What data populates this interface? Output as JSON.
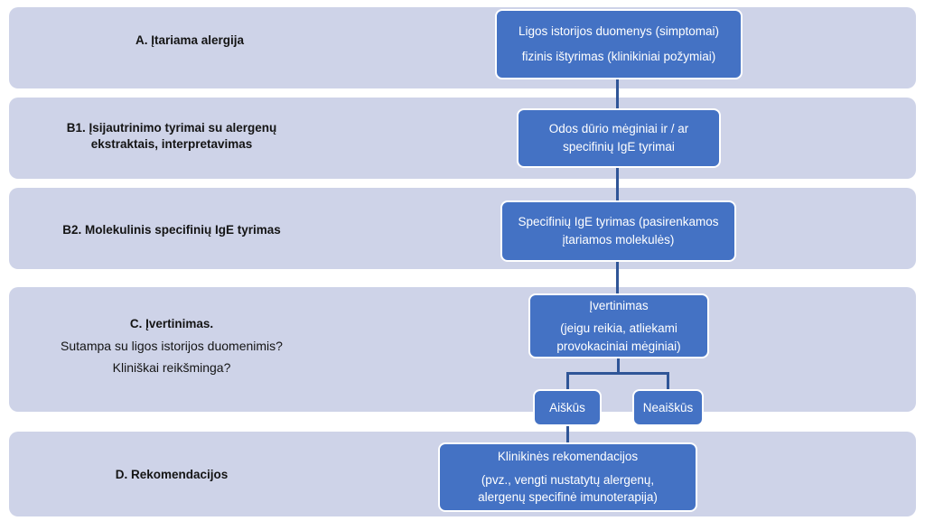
{
  "figure": {
    "kind": "clinical-diagnostic-flowchart",
    "language": "lt",
    "colors": {
      "band": "#CED3E8",
      "node_fill": "#4472C4",
      "node_border": "#FFFFFF",
      "connector": "#2F5597",
      "label_text": "#141414",
      "node_text": "#FFFFFF",
      "background": "#FFFFFF"
    }
  },
  "stages": [
    {
      "id": "A",
      "title": "A. Įtariama alergija",
      "subtitles": []
    },
    {
      "id": "B1",
      "title": "B1. Įsijautrinimo tyrimai su alergenų",
      "title_line2": "ekstraktais, interpretavimas",
      "subtitles": []
    },
    {
      "id": "B2",
      "title": "B2. Molekulinis specifinių IgE tyrimas",
      "subtitles": []
    },
    {
      "id": "C",
      "title": "C. Įvertinimas.",
      "subtitles": [
        "Sutampa su ligos istorijos duomenimis?",
        "Kliniškai reikšminga?"
      ]
    },
    {
      "id": "D",
      "title": "D. Rekomendacijos",
      "subtitles": []
    }
  ],
  "nodes": {
    "history": {
      "lines": [
        "Ligos istorijos duomenys (simptomai)",
        "fizinis ištyrimas (klinikiniai požymiai)"
      ]
    },
    "skin_prick": {
      "lines": [
        "Odos dūrio mėginiai ir / ar",
        "specifinių IgE tyrimai"
      ]
    },
    "molecular_ige": {
      "lines": [
        "Specifinių IgE tyrimas (pasirenkamos",
        "įtariamos molekulės)"
      ]
    },
    "evaluation": {
      "lines": [
        "Įvertinimas",
        "(jeigu reikia, atliekami",
        "provokaciniai mėginiai)"
      ]
    },
    "clear": {
      "lines": [
        "Aiškūs"
      ]
    },
    "unclear": {
      "lines": [
        "Neaiškūs"
      ]
    },
    "recommendations": {
      "lines": [
        "Klinikinės rekomendacijos",
        "(pvz., vengti nustatytų alergenų,",
        "alergenų specifinė imunoterapija)"
      ]
    }
  }
}
